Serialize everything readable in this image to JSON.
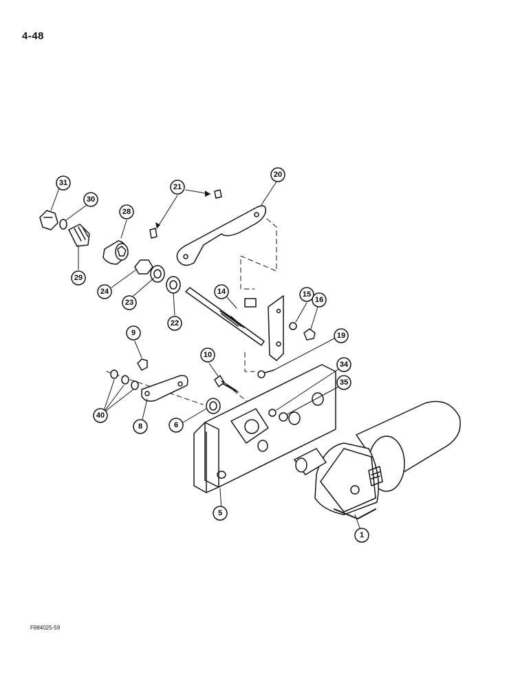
{
  "page": {
    "number": "4-48",
    "figure_id": "F884025-59"
  },
  "callouts": [
    {
      "id": "c31",
      "label": "31"
    },
    {
      "id": "c30",
      "label": "30"
    },
    {
      "id": "c28",
      "label": "28"
    },
    {
      "id": "c29",
      "label": "29"
    },
    {
      "id": "c24",
      "label": "24"
    },
    {
      "id": "c23",
      "label": "23"
    },
    {
      "id": "c22",
      "label": "22"
    },
    {
      "id": "c21",
      "label": "21"
    },
    {
      "id": "c20",
      "label": "20"
    },
    {
      "id": "c14",
      "label": "14"
    },
    {
      "id": "c15",
      "label": "15"
    },
    {
      "id": "c16",
      "label": "16"
    },
    {
      "id": "c19",
      "label": "19"
    },
    {
      "id": "c9",
      "label": "9"
    },
    {
      "id": "c10",
      "label": "10"
    },
    {
      "id": "c34",
      "label": "34"
    },
    {
      "id": "c35",
      "label": "35"
    },
    {
      "id": "c40",
      "label": "40"
    },
    {
      "id": "c8",
      "label": "8"
    },
    {
      "id": "c6",
      "label": "6"
    },
    {
      "id": "c5",
      "label": "5"
    },
    {
      "id": "c1",
      "label": "1"
    }
  ]
}
